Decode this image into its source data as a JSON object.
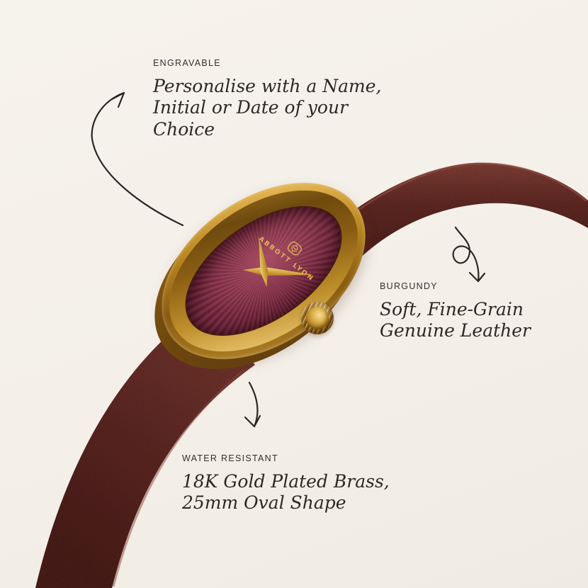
{
  "image_type": "product-feature-infographic",
  "watch": {
    "brand": "ABBOTT LYON",
    "logo_icon": "abbott-lyon-monogram",
    "shape": "25mm oval",
    "colors": {
      "background": "#f4f0e9",
      "gold": "#c79638",
      "dial_burgundy": "#6f2238",
      "strap_burgundy": "#632a26",
      "ink": "#2b2824",
      "dial_text_gold": "#e2b257"
    }
  },
  "callouts": {
    "engravable": {
      "label": "ENGRAVABLE",
      "lines": [
        "Personalise with a Name,",
        "Initial or Date of your",
        "Choice"
      ]
    },
    "burgundy": {
      "label": "BURGUNDY",
      "lines": [
        "Soft, Fine-Grain",
        "Genuine Leather"
      ]
    },
    "water_resistant": {
      "label": "WATER RESISTANT",
      "lines": [
        "18K Gold Plated Brass,",
        "25mm Oval Shape"
      ]
    }
  }
}
